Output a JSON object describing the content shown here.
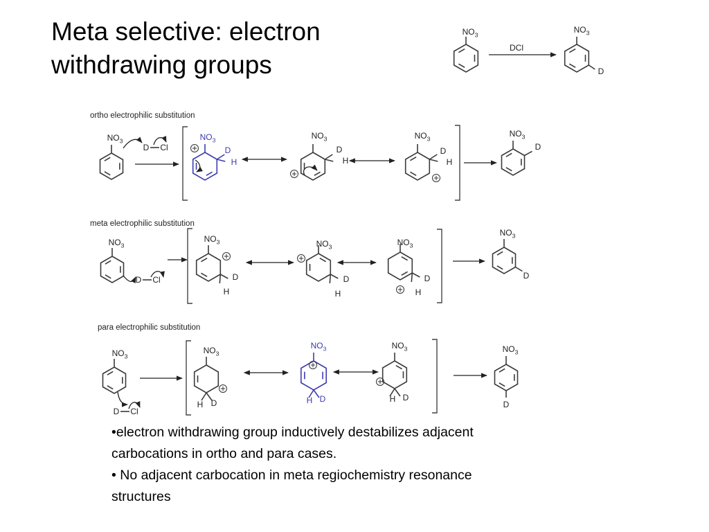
{
  "title_lines": [
    "Meta selective: electron",
    "withdrawing groups"
  ],
  "labels": {
    "no3": "NO3",
    "reagent_dcl": "DCl",
    "d": "D",
    "h": "H",
    "d_cl": "D—Cl",
    "plus": "+"
  },
  "sections": [
    {
      "id": "ortho",
      "title": "ortho electrophilic substitution"
    },
    {
      "id": "meta",
      "title": "meta electrophilic substitution"
    },
    {
      "id": "para",
      "title": "para electrophilic substitution"
    }
  ],
  "bullets": [
    "•electron withdrawing group inductively destabilizes adjacent carbocations in ortho and para cases.",
    "• No adjacent carbocation in meta regiochemistry resonance structures"
  ]
}
